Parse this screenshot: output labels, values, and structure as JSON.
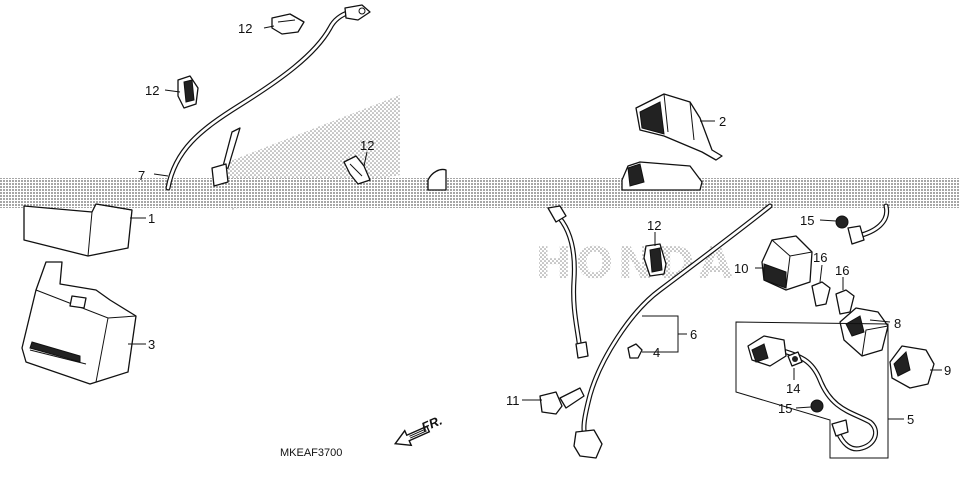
{
  "diagram": {
    "callouts": {
      "c1": "1",
      "c2": "2",
      "c3": "3",
      "c4": "4",
      "c5": "5",
      "c6": "6",
      "c7": "7",
      "c8": "8",
      "c9": "9",
      "c10": "10",
      "c11": "11",
      "c12a": "12",
      "c12b": "12",
      "c12c": "12",
      "c12d": "12",
      "c14": "14",
      "c15a": "15",
      "c15b": "15",
      "c16a": "16",
      "c16b": "16"
    },
    "direction_label": "FR.",
    "drawing_code": "MKEAF3700",
    "watermark_text": "HONDA"
  }
}
